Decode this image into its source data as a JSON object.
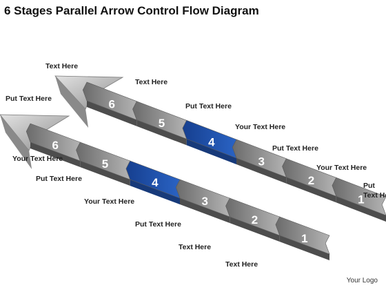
{
  "title": "6 Stages Parallel Arrow Control Flow Diagram",
  "logo": "Your Logo",
  "colors": {
    "segment_top_dark": "#6e6e6e",
    "segment_top_light": "#a9a9a9",
    "segment_side": "#4d4d4d",
    "highlight_top": "#1f4fa8",
    "highlight_side": "#173a7a",
    "number_text": "#ffffff"
  },
  "arrows": [
    {
      "name": "upper-arrow",
      "segments": [
        {
          "number": "1",
          "highlight": false
        },
        {
          "number": "2",
          "highlight": false
        },
        {
          "number": "3",
          "highlight": false
        },
        {
          "number": "4",
          "highlight": true
        },
        {
          "number": "5",
          "highlight": false
        },
        {
          "number": "6",
          "highlight": false
        }
      ],
      "labels": [
        "Text Here",
        "Text Here",
        "Put Text Here",
        "Your Text Here",
        "Put Text Here",
        "Your Text Here",
        "Put Text Here"
      ]
    },
    {
      "name": "lower-arrow",
      "segments": [
        {
          "number": "1",
          "highlight": false
        },
        {
          "number": "2",
          "highlight": false
        },
        {
          "number": "3",
          "highlight": false
        },
        {
          "number": "4",
          "highlight": true
        },
        {
          "number": "5",
          "highlight": false
        },
        {
          "number": "6",
          "highlight": false
        }
      ],
      "labels": [
        "Put Text Here",
        "Your Text Here",
        "Put Text Here",
        "Your Text Here",
        "Put Text Here",
        "Text Here",
        "Text Here"
      ]
    }
  ]
}
